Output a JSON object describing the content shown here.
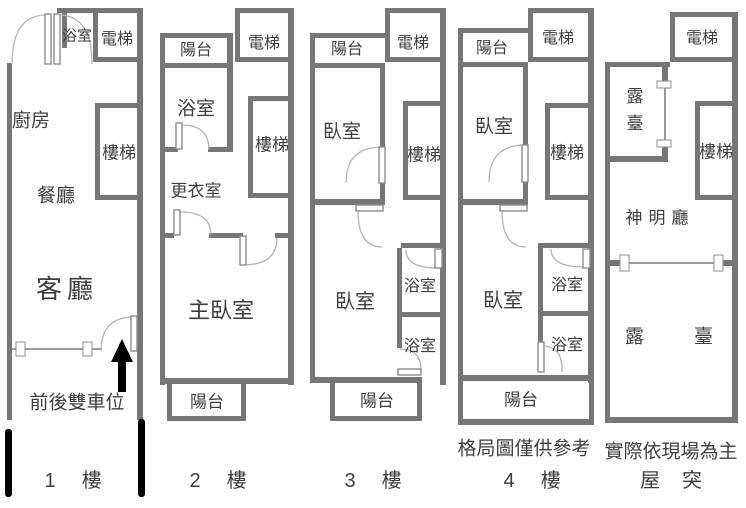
{
  "colors": {
    "wall": "#767676",
    "text": "#3e3e3e",
    "arrow": "#000000",
    "door_arc": "#b5b5b5"
  },
  "floors": [
    {
      "caption": {
        "num": "1",
        "unit": "樓"
      },
      "rooms": {
        "bathroom": "浴室",
        "elevator": "電梯",
        "kitchen": "廚房",
        "stairs": "樓梯",
        "dining": "餐廳",
        "living": "客廳"
      },
      "annotations": {
        "parking": "前後雙車位"
      }
    },
    {
      "caption": {
        "num": "2",
        "unit": "樓"
      },
      "rooms": {
        "balcony_top": "陽台",
        "elevator": "電梯",
        "bathroom": "浴室",
        "stairs": "樓梯",
        "closet": "更衣室",
        "master_bedroom": "主臥室",
        "balcony_bottom": "陽台"
      }
    },
    {
      "caption": {
        "num": "3",
        "unit": "樓"
      },
      "rooms": {
        "balcony_top": "陽台",
        "elevator": "電梯",
        "bedroom_upper": "臥室",
        "stairs": "樓梯",
        "bedroom_lower": "臥室",
        "bathroom_upper": "浴室",
        "bathroom_lower": "浴室",
        "balcony_bottom": "陽台"
      }
    },
    {
      "caption": {
        "num": "4",
        "unit": "樓"
      },
      "note": "格局圖僅供參考",
      "rooms": {
        "balcony_top": "陽台",
        "elevator": "電梯",
        "bedroom_upper": "臥室",
        "stairs": "樓梯",
        "bedroom_lower": "臥室",
        "bathroom_upper": "浴室",
        "bathroom_lower": "浴室",
        "balcony_bottom": "陽台"
      }
    },
    {
      "caption": {
        "num": "屋",
        "unit": "突"
      },
      "note": "實際依現場為主",
      "rooms": {
        "elevator": "電梯",
        "terrace_upper": "露臺",
        "stairs": "樓梯",
        "shrine": "神明廳",
        "terrace_lower_left": "露",
        "terrace_lower_right": "臺"
      }
    }
  ]
}
